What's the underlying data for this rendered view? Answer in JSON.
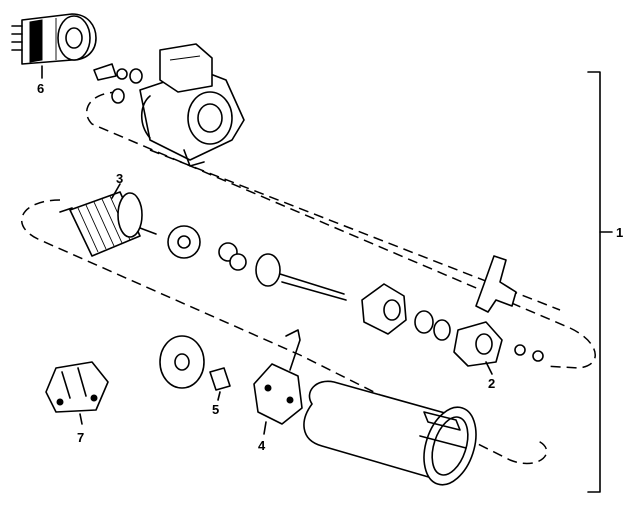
{
  "callouts": {
    "assembly": "1",
    "drive": "2",
    "armature": "3",
    "brush_holder": "4",
    "bushing": "5",
    "solenoid": "6",
    "relay": "7"
  }
}
